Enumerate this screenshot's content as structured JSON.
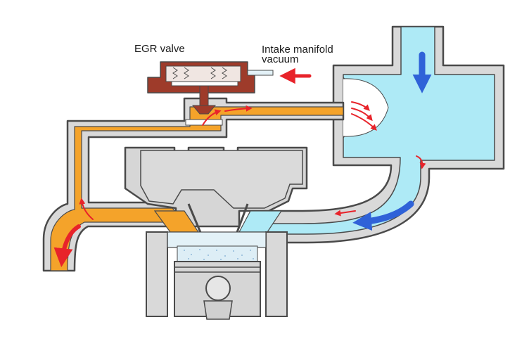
{
  "labels": {
    "egr_valve": "EGR valve",
    "intake_line1": "Intake manifold",
    "intake_line2": "vacuum"
  },
  "colors": {
    "exhaust_gas": "#F4A32A",
    "intake_air": "#AEEAF6",
    "metal": "#D9D9D9",
    "outline": "#4A4A4A",
    "valve_body": "#9E3B2A",
    "flow_arrow_small": "#E8232A",
    "flow_arrow_large": "#2F62D8",
    "combustion_mix": "#DDEEF6"
  },
  "icons": {
    "exhaust_flow": "red-curved-arrow",
    "intake_flow": "blue-arrow",
    "vacuum_signal": "red-arrow"
  }
}
